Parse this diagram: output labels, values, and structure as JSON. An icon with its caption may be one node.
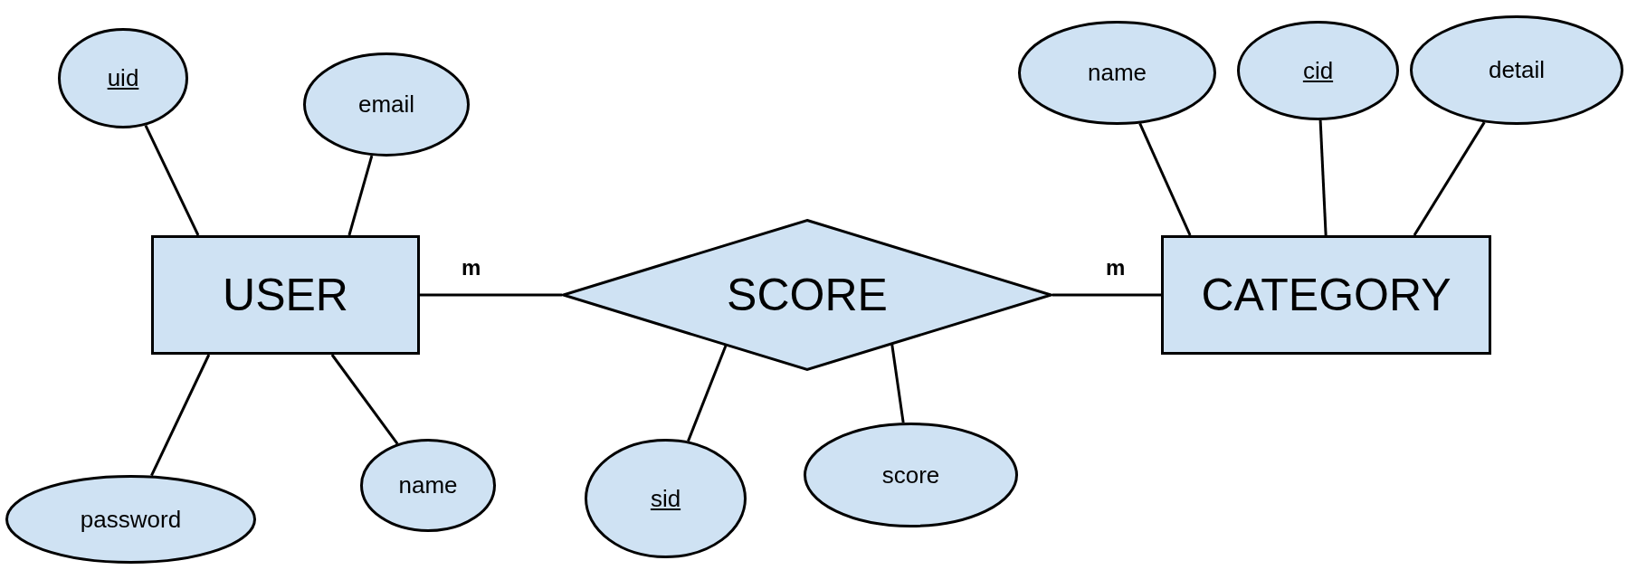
{
  "diagram": {
    "nodes": [
      {
        "text": [
          "USER"
        ]
      },
      {
        "text": [
          "SCORE"
        ]
      },
      {
        "text": [
          "CATEGORY"
        ]
      },
      {
        "text": [
          "uid"
        ]
      },
      {
        "text": [
          "email"
        ]
      },
      {
        "text": [
          "password"
        ]
      },
      {
        "text": [
          "name"
        ]
      },
      {
        "text": [
          "sid"
        ]
      },
      {
        "text": [
          "score"
        ]
      },
      {
        "text": [
          "name"
        ]
      },
      {
        "text": [
          "cid"
        ]
      },
      {
        "text": [
          "detail"
        ]
      }
    ],
    "edges": [
      {
        "from": 0,
        "to": 1,
        "arrow": "none"
      },
      {
        "from": 1,
        "to": 2,
        "arrow": "none"
      },
      {
        "from": 0,
        "to": 3,
        "arrow": "none"
      },
      {
        "from": 0,
        "to": 4,
        "arrow": "none"
      },
      {
        "from": 0,
        "to": 5,
        "arrow": "none"
      },
      {
        "from": 0,
        "to": 6,
        "arrow": "none"
      },
      {
        "from": 1,
        "to": 7,
        "arrow": "none"
      },
      {
        "from": 1,
        "to": 8,
        "arrow": "none"
      },
      {
        "from": 2,
        "to": 9,
        "arrow": "none"
      },
      {
        "from": 2,
        "to": 10,
        "arrow": "none"
      },
      {
        "from": 2,
        "to": 11,
        "arrow": "none"
      }
    ],
    "labels": [
      "m",
      "m"
    ]
  }
}
